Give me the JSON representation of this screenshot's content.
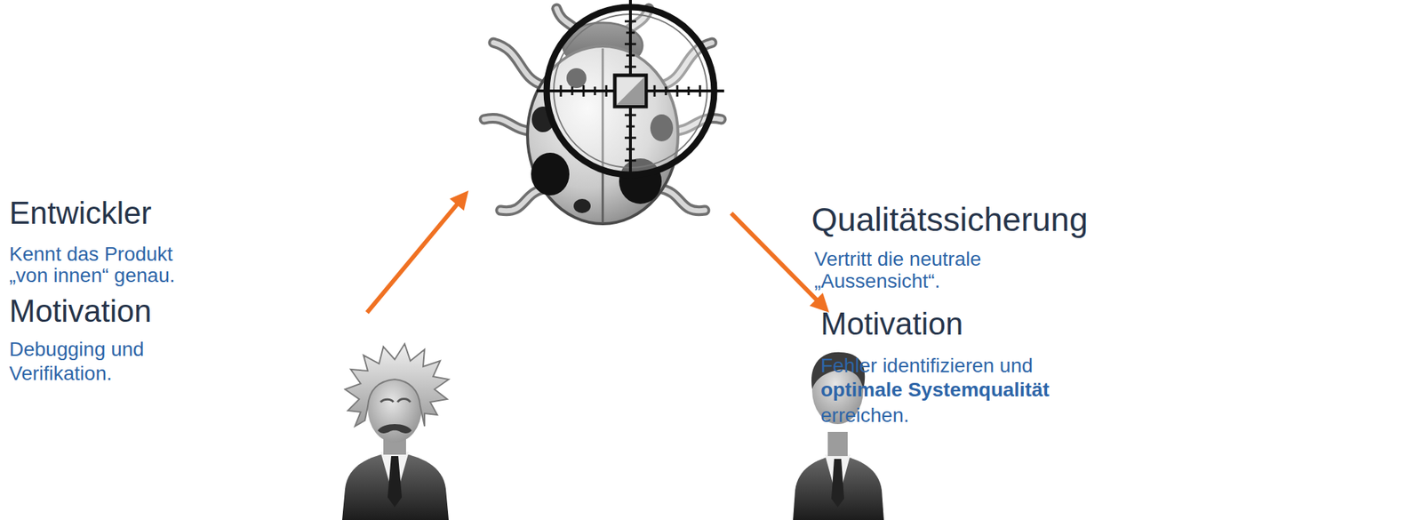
{
  "diagram": {
    "nodes": [
      {
        "text": [
          "Entwickler",
          "Kennt das Produkt „von innen“ genau.",
          "Motivation",
          "Debugging und Verifikation."
        ]
      },
      {},
      {
        "text": [
          "Qualitätssicherung",
          "Vertritt die neutrale „Aussensicht“.",
          "Motivation",
          "Fehler identifizieren und",
          "optimale Systemqualität",
          "erreichen."
        ]
      }
    ],
    "edges": [
      {
        "from": 0,
        "to": 1,
        "arrow": "to"
      },
      {
        "from": 1,
        "to": 2,
        "arrow": "to"
      }
    ]
  }
}
